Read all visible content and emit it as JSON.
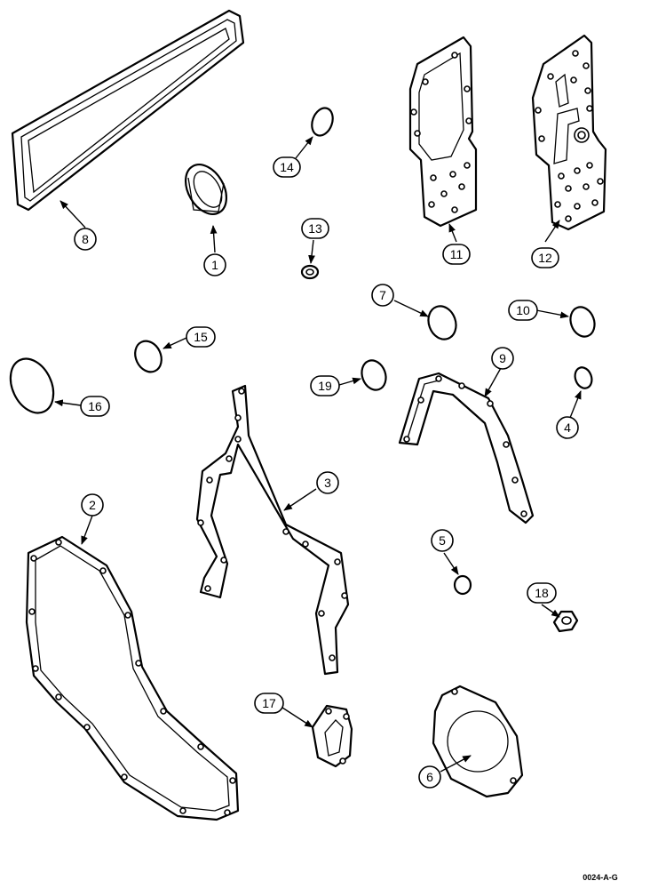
{
  "callouts": [
    {
      "id": "1",
      "label": "1"
    },
    {
      "id": "2",
      "label": "2"
    },
    {
      "id": "3",
      "label": "3"
    },
    {
      "id": "4",
      "label": "4"
    },
    {
      "id": "5",
      "label": "5"
    },
    {
      "id": "6",
      "label": "6"
    },
    {
      "id": "7",
      "label": "7"
    },
    {
      "id": "8",
      "label": "8"
    },
    {
      "id": "9",
      "label": "9"
    },
    {
      "id": "10",
      "label": "10"
    },
    {
      "id": "11",
      "label": "11"
    },
    {
      "id": "12",
      "label": "12"
    },
    {
      "id": "13",
      "label": "13"
    },
    {
      "id": "14",
      "label": "14"
    },
    {
      "id": "15",
      "label": "15"
    },
    {
      "id": "16",
      "label": "16"
    },
    {
      "id": "17",
      "label": "17"
    },
    {
      "id": "18",
      "label": "18"
    },
    {
      "id": "19",
      "label": "19"
    }
  ],
  "figure_code": "0024-A-G"
}
